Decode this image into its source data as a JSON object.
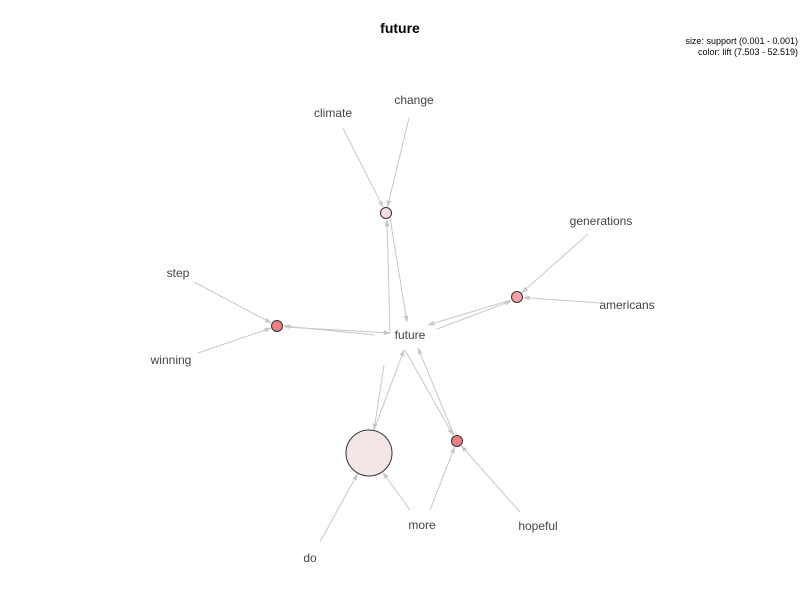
{
  "title": "future",
  "legend": {
    "size": "size: support (0.001 - 0.001)",
    "color": "color: lift (7.503 - 52.519)"
  },
  "colors": {
    "edge": "#c8c8c8",
    "rule_stroke": "#333333",
    "label": "#444444"
  },
  "items": [
    "climate",
    "change",
    "generations",
    "americans",
    "step",
    "winning",
    "future",
    "more",
    "hopeful",
    "do"
  ],
  "rules": [
    {
      "name": "rule-climate-change",
      "lhs": [
        "climate",
        "change"
      ],
      "rhs": "future",
      "color": "#f6dcdc",
      "size": "small"
    },
    {
      "name": "rule-generations-americans",
      "lhs": [
        "generations",
        "americans"
      ],
      "rhs": "future",
      "color": "#f2a0a6",
      "size": "small"
    },
    {
      "name": "rule-step-winning",
      "lhs": [
        "step",
        "winning"
      ],
      "rhs": "future",
      "color": "#ec7e88",
      "size": "small"
    },
    {
      "name": "rule-more-hopeful",
      "lhs": [
        "more",
        "hopeful"
      ],
      "rhs": "future",
      "color": "#ec7e88",
      "size": "small"
    },
    {
      "name": "rule-do-more",
      "lhs": [
        "do",
        "more"
      ],
      "rhs": "future",
      "color": "#f3e6e6",
      "size": "large"
    }
  ]
}
